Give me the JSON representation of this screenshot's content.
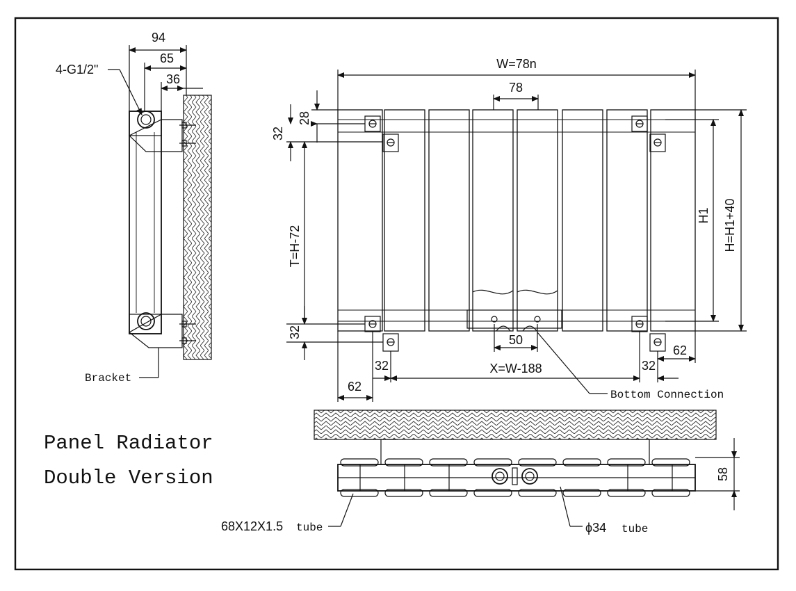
{
  "title": {
    "line1": "Panel Radiator",
    "line2": "Double Version"
  },
  "side_view": {
    "dim_94": "94",
    "dim_65": "65",
    "dim_36": "36",
    "connection": "4-G1/2\"",
    "bracket": "Bracket"
  },
  "front_view": {
    "width": "W=78n",
    "module": "78",
    "top_offset": "28",
    "bracket_top": "32",
    "center_distance": "T=H-72",
    "bracket_bottom": "32",
    "h1": "H1",
    "height": "H=H1+40",
    "connection_spacing": "50",
    "bracket_distance": "X=W-188",
    "left_32": "32",
    "right_32": "32",
    "left_62": "62",
    "right_62": "62",
    "bottom_connection": "Bottom Connection"
  },
  "top_view": {
    "depth": "58",
    "tube_label_num": "68X12X1.5",
    "tube_label_word": "tube",
    "phi_label": "ϕ34",
    "phi_word": "tube"
  }
}
